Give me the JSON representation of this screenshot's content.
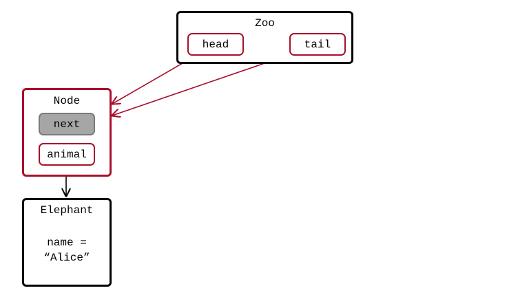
{
  "colors": {
    "pointer": "#a8102a",
    "border_black": "#000000",
    "null_field": "#a6a6a6"
  },
  "zoo": {
    "title": "Zoo",
    "head": "head",
    "tail": "tail"
  },
  "node": {
    "title": "Node",
    "next": "next",
    "animal": "animal"
  },
  "elephant": {
    "title": "Elephant",
    "field_line1": "name =",
    "field_line2": "“Alice”"
  }
}
